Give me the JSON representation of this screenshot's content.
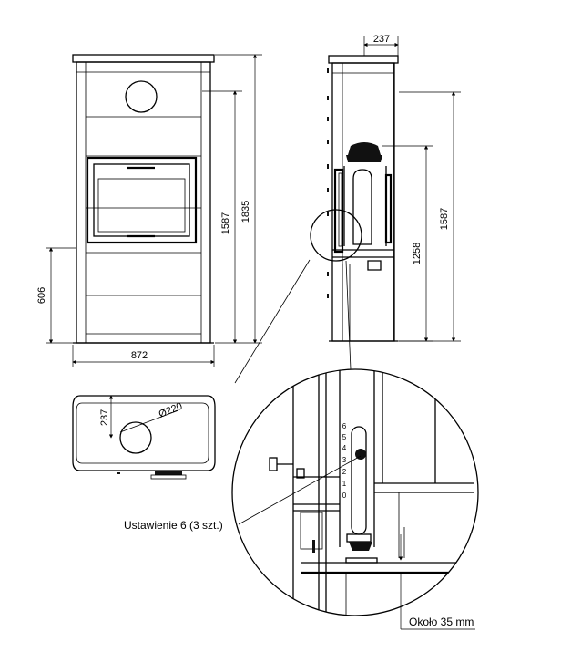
{
  "dimensions": {
    "front_width": "872",
    "front_height_total": "1835",
    "front_height_mid": "1587",
    "front_height_low": "606",
    "side_depth": "237",
    "side_height_1258": "1258",
    "side_height_1587": "1587",
    "top_depth": "237",
    "top_diameter": "Ø220"
  },
  "callouts": {
    "setting": "Ustawienie 6 (3 szt.)",
    "approx": "Około 35 mm"
  },
  "scale_numbers": [
    "6",
    "5",
    "4",
    "3",
    "2",
    "1",
    "0"
  ]
}
